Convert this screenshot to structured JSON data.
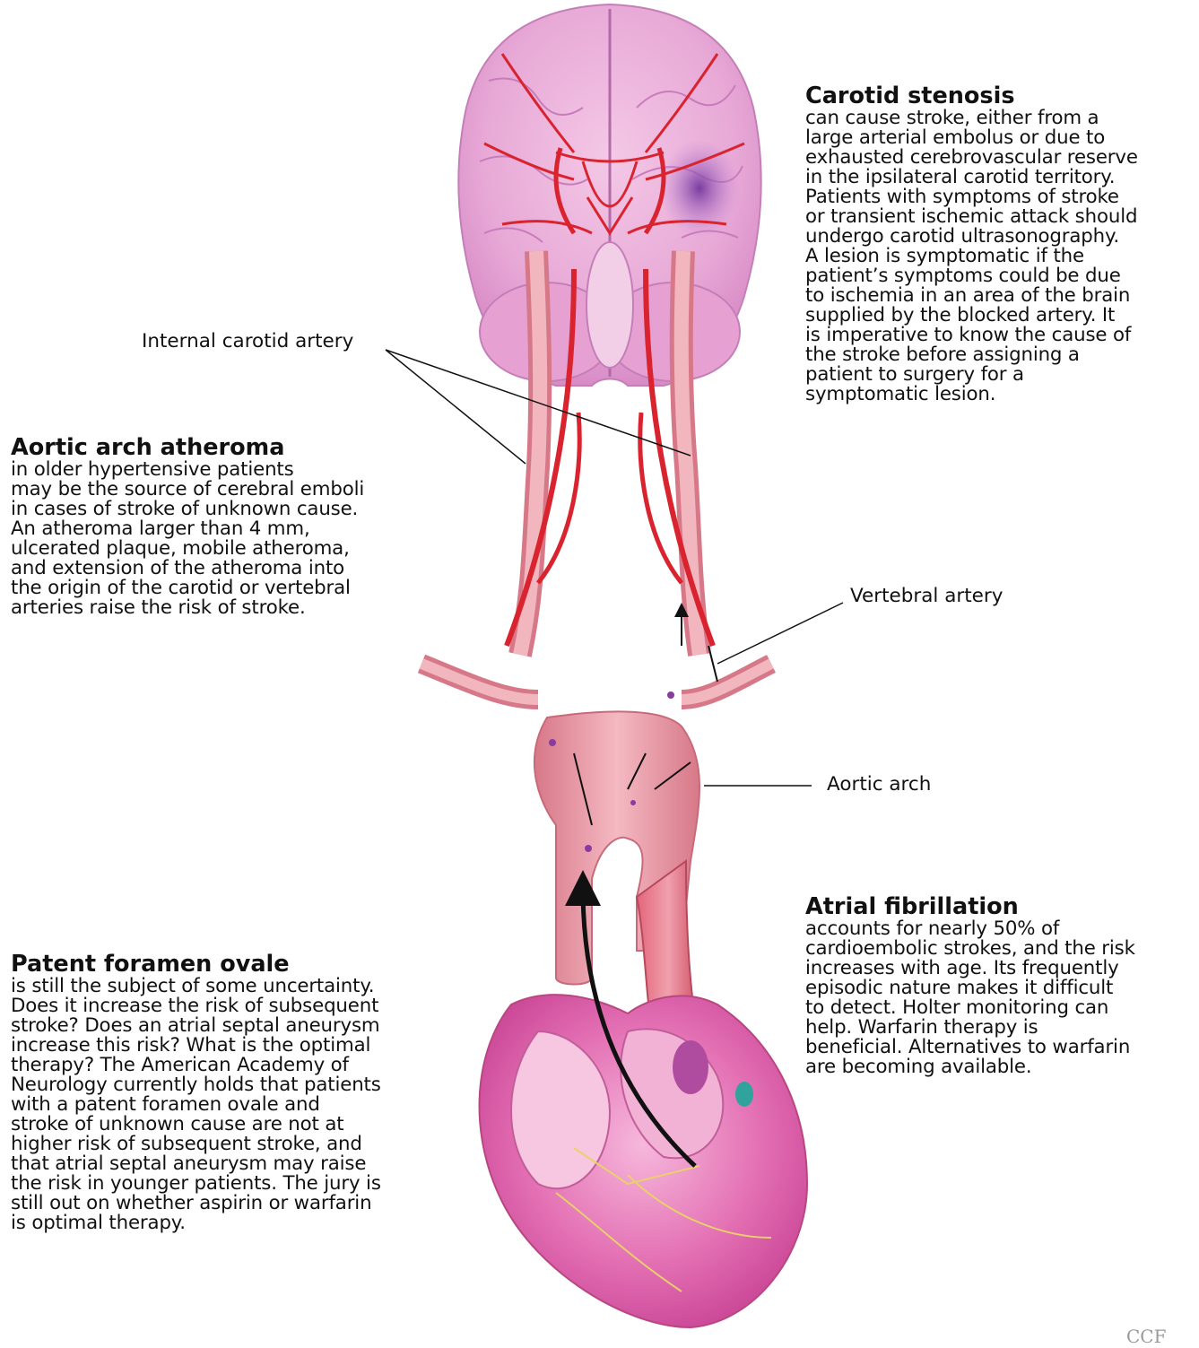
{
  "labels": {
    "internal_carotid": "Internal carotid artery",
    "vertebral": "Vertebral artery",
    "aortic_arch": "Aortic arch"
  },
  "blocks": {
    "carotid": {
      "title": "Carotid stenosis",
      "lines": [
        "can cause stroke, either from a",
        "large arterial embolus or due to",
        "exhausted cerebrovascular reserve",
        "in the ipsilateral carotid territory.",
        "Patients with symptoms of stroke",
        "or transient ischemic attack should",
        "undergo carotid ultrasonography.",
        "A lesion is symptomatic if the",
        "patient’s symptoms could be due",
        "to ischemia in an area of the brain",
        "supplied by the blocked artery. It",
        "is imperative to know the cause of",
        "the stroke before assigning a",
        "patient to surgery for a",
        "symptomatic lesion."
      ]
    },
    "aortic": {
      "title": "Aortic arch atheroma",
      "lines": [
        "in older hypertensive patients",
        "may be the source of cerebral emboli",
        "in cases of stroke of unknown cause.",
        "An atheroma larger than 4 mm,",
        "ulcerated plaque, mobile atheroma,",
        "and extension of the atheroma into",
        "the origin of the carotid or vertebral",
        "arteries raise the risk of stroke."
      ]
    },
    "afib": {
      "title": "Atrial fibrillation",
      "lines": [
        "accounts for nearly 50% of",
        "cardioembolic strokes, and the risk",
        "increases with age. Its frequently",
        "episodic nature makes it difficult",
        "to detect. Holter monitoring can",
        "help. Warfarin therapy is",
        "beneficial. Alternatives to warfarin",
        "are becoming available."
      ]
    },
    "pfo": {
      "title": "Patent foramen ovale",
      "lines": [
        "is still the subject of some uncertainty.",
        "Does it increase the risk of subsequent",
        "stroke? Does an atrial septal aneurysm",
        "increase this risk? What is the optimal",
        "therapy? The American Academy of",
        "Neurology currently holds that patients",
        "with a patent foramen ovale and",
        "stroke of unknown cause are not at",
        "higher risk of subsequent stroke, and",
        "that atrial septal aneurysm may raise",
        "the risk in younger patients. The jury is",
        "still out on whether aspirin or warfarin",
        "is optimal therapy."
      ]
    }
  },
  "watermark": "CCF",
  "colors": {
    "brain": "#e7a8d6",
    "artery": "#d9232f",
    "vessel": "#e89aa6",
    "heart": "#d94f9e"
  }
}
